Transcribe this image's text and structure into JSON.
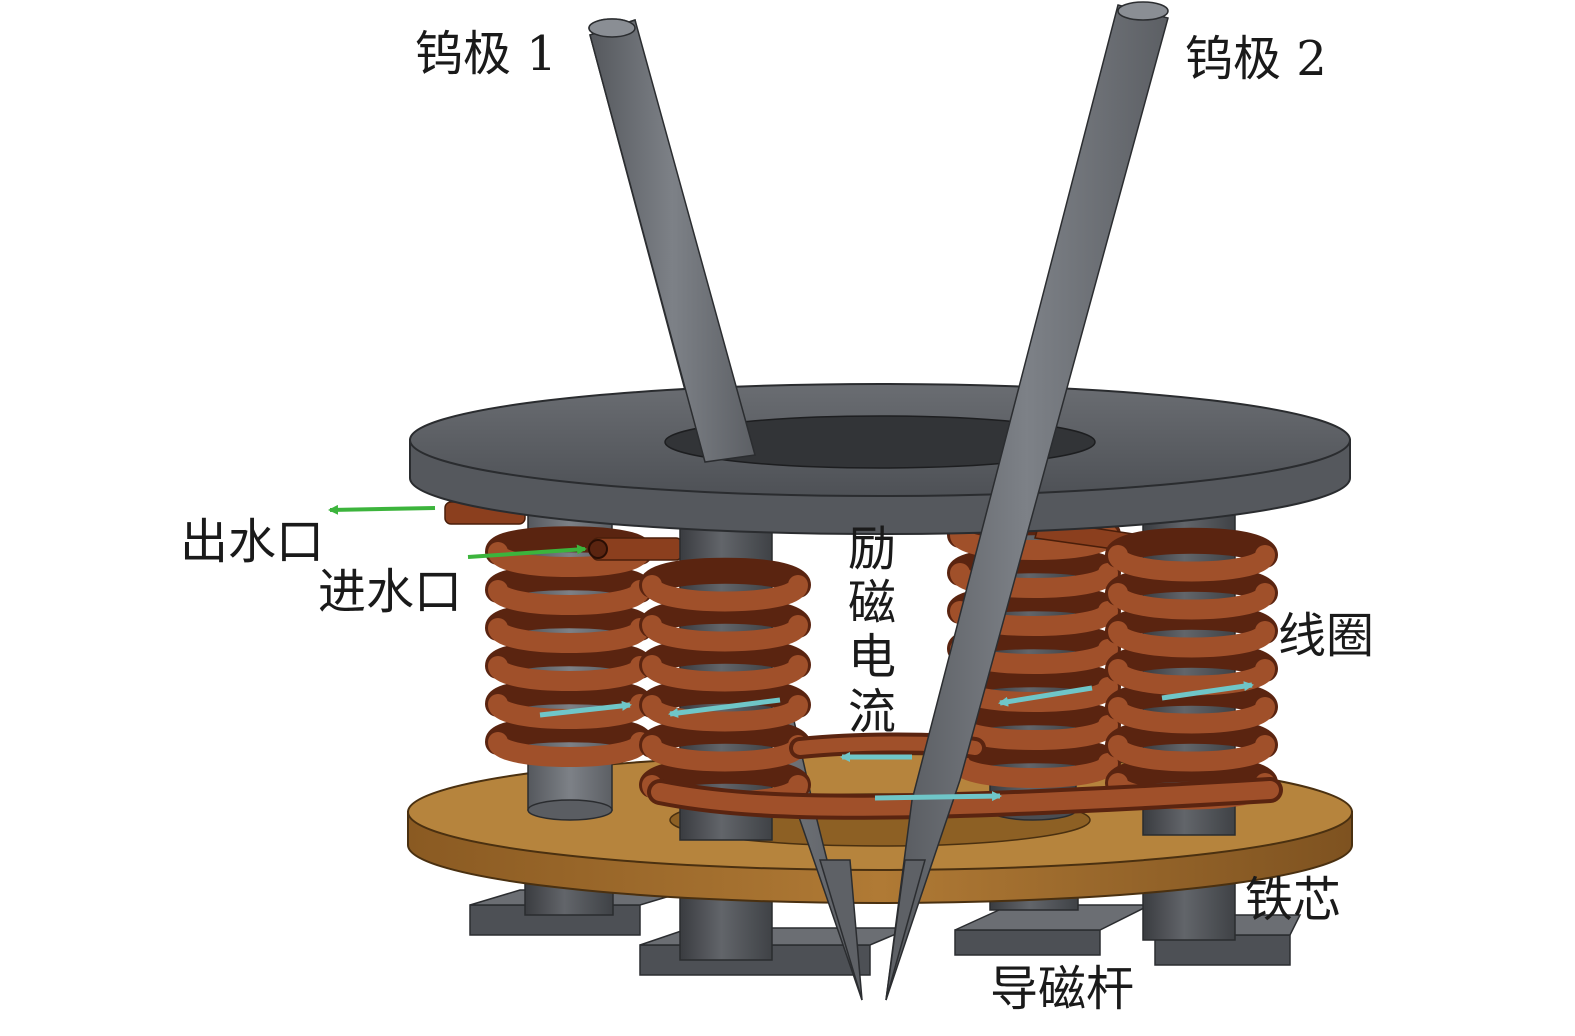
{
  "labels": {
    "electrode1": "钨极 1",
    "electrode2": "钨极 2",
    "water_out": "出水口",
    "water_in": "进水口",
    "excitation_current": "励磁电流",
    "coil": "线圈",
    "iron_core": "铁芯",
    "flux_rod": "导磁杆"
  },
  "colors": {
    "metal_gray": "#5a5d62",
    "copper": "#8b3f1e",
    "brass": "#a0702f",
    "water_arrow": "#3cb43c",
    "current_arrow": "#6fc6c8"
  }
}
